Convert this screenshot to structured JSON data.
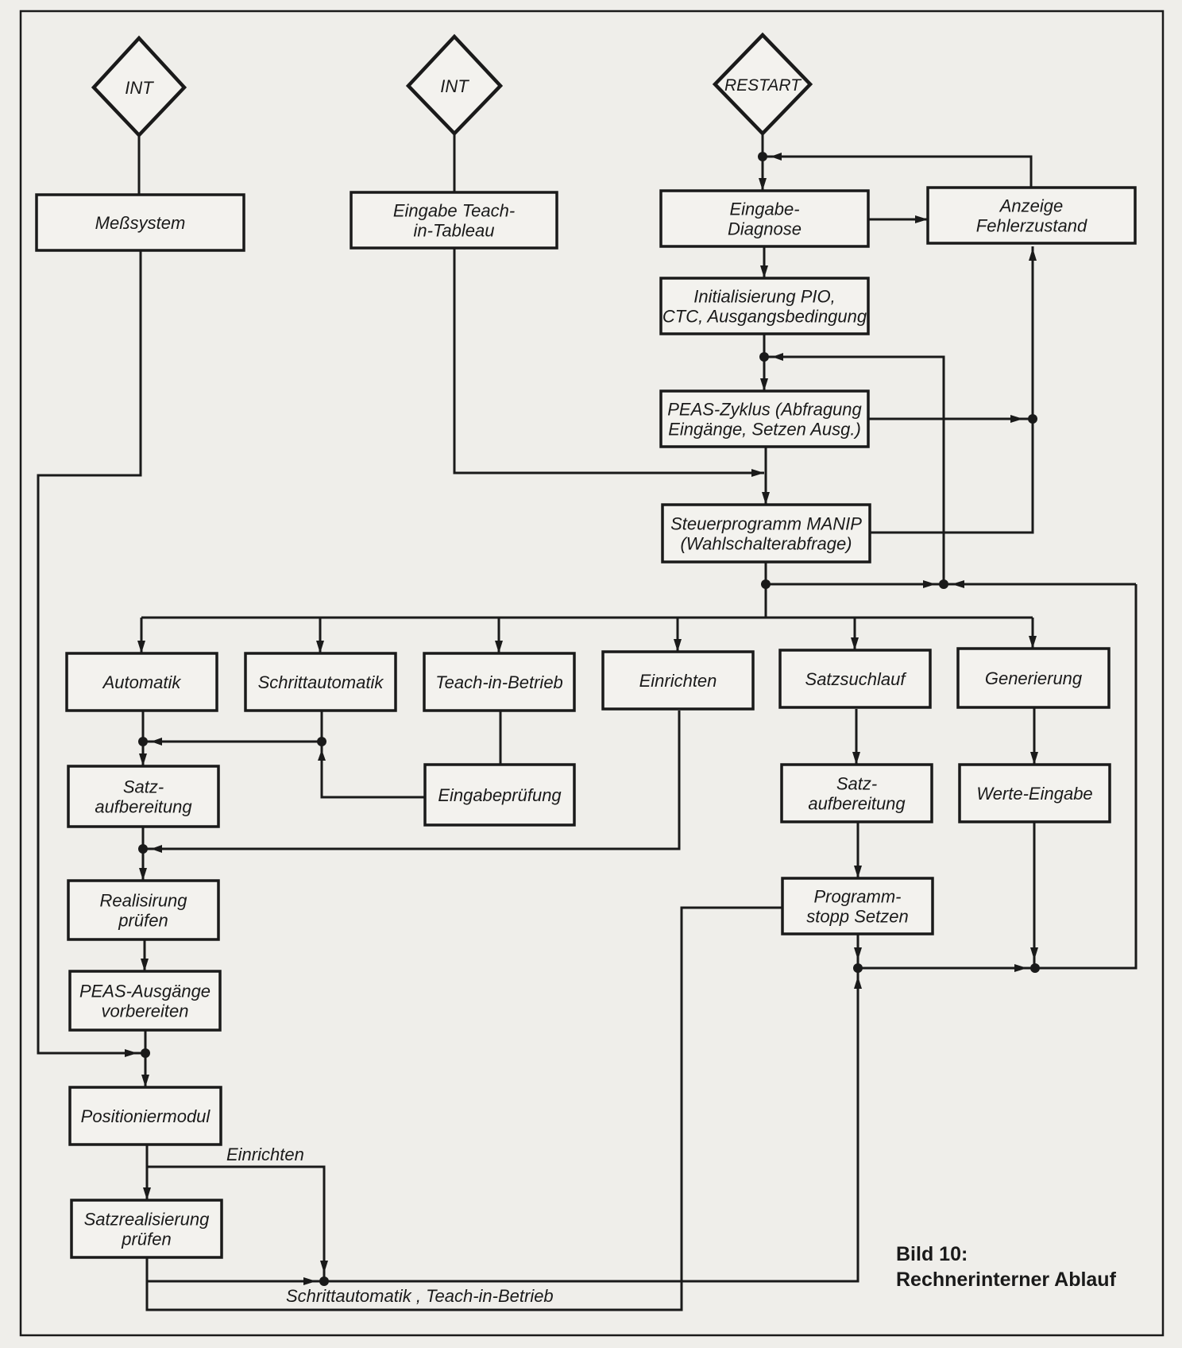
{
  "caption": {
    "line1": "Bild 10:",
    "line2": "Rechnerinterner Ablauf"
  },
  "start_nodes": {
    "int_left": "INT",
    "int_mid": "INT",
    "restart": "RESTART"
  },
  "boxes": {
    "messsystem": [
      "Meßsystem"
    ],
    "eingabe_teach": [
      "Eingabe  Teach-",
      "in-Tableau"
    ],
    "eingabe_diagnose": [
      "Eingabe-",
      "Diagnose"
    ],
    "anzeige": [
      "Anzeige",
      "Fehlerzustand"
    ],
    "init": [
      "Initialisierung PIO,",
      "CTC, Ausgangsbedingung"
    ],
    "peas_zyklus": [
      "PEAS-Zyklus (Abfragung",
      "Eingänge, Setzen Ausg.)"
    ],
    "steuerprogramm": [
      "Steuerprogramm MANIP",
      "(Wahlschalterabfrage)"
    ],
    "automatik": [
      "Automatik"
    ],
    "schrittautomatik": [
      "Schrittautomatik"
    ],
    "teach_betrieb": [
      "Teach-in-Betrieb"
    ],
    "einrichten": [
      "Einrichten"
    ],
    "satzsuchlauf": [
      "Satzsuchlauf"
    ],
    "generierung": [
      "Generierung"
    ],
    "satz_aufb_left": [
      "Satz-",
      "aufbereitung"
    ],
    "eingabepruefung": [
      "Eingabeprüfung"
    ],
    "satz_aufb_right": [
      "Satz-",
      "aufbereitung"
    ],
    "werte_eingabe": [
      "Werte-Eingabe"
    ],
    "realisierung": [
      "Realisirung",
      "prüfen"
    ],
    "programmstopp": [
      "Programm-",
      "stopp Setzen"
    ],
    "peas_ausgaenge": [
      "PEAS-Ausgänge",
      "vorbereiten"
    ],
    "positioniermodul": [
      "Positioniermodul"
    ],
    "satzrealisierung": [
      "Satzrealisierung",
      "prüfen"
    ]
  },
  "edge_labels": {
    "einrichten": "Einrichten",
    "schritt_teach": "Schrittautomatik , Teach-in-Betrieb"
  }
}
